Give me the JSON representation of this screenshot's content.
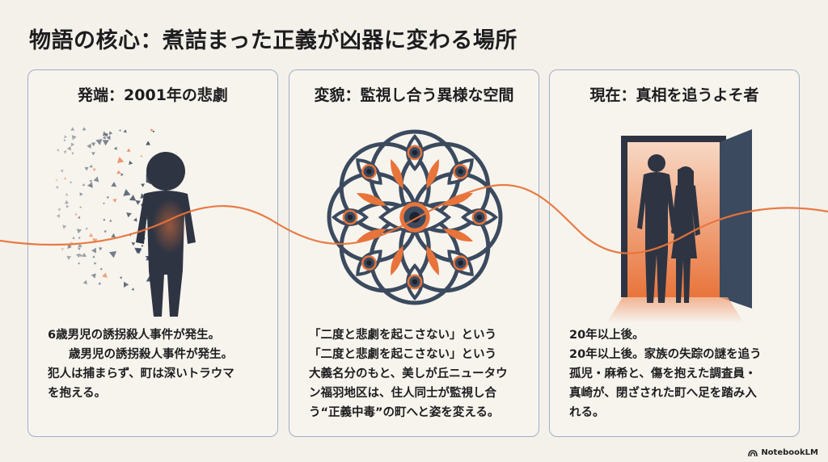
{
  "title": "物語の核心：煮詰まった正義が凶器に変わる場所",
  "panels": [
    {
      "title": "発端：2001年の悲劇",
      "lines": [
        "6歳男児の誘拐殺人事件が発生。",
        "歳男児の誘拐殺人事件が発生。",
        "犯人は捕まらず、町は深いトラウマ",
        "を抱える。"
      ]
    },
    {
      "title": "変貌：監視し合う異様な空間",
      "lines": [
        "「二度と悲劇を起こさない」という",
        "「二度と悲劇を起こさない」という",
        "大義名分のもと、美しが丘ニュータウ",
        "ン福羽地区は、住人同士が監視し合",
        "う“正義中毒”の町へと姿を変える。"
      ]
    },
    {
      "title": "現在：真相を追うよそ者",
      "lines": [
        "20年以上後。",
        "20年以上後。家族の失踪の謎を追う",
        "孤児・麻希と、傷を抱えた調査員・",
        "真崎が、閉ざされた町へ足を踏み入",
        "れる。"
      ]
    }
  ],
  "logo": "NotebookLM",
  "colors": {
    "accent": "#e8743b",
    "navy": "#3b4a5e",
    "border": "#9fb0c6"
  }
}
